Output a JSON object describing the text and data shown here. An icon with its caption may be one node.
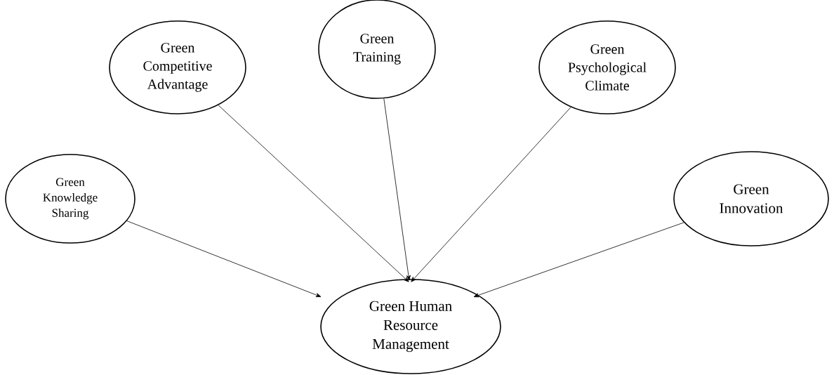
{
  "diagram": {
    "nodes": [
      {
        "text": [
          "Green Knowledge Sharing"
        ]
      },
      {
        "text": [
          "Green Competitive Advantage"
        ]
      },
      {
        "text": [
          "Green Training"
        ]
      },
      {
        "text": [
          "Green Psychological Climate"
        ]
      },
      {
        "text": [
          "Green Innovation"
        ]
      },
      {
        "text": [
          "Green Human Resource Management"
        ]
      }
    ],
    "edges": [
      {
        "from": 0,
        "to": 5,
        "arrow": "to"
      },
      {
        "from": 1,
        "to": 5,
        "arrow": "to"
      },
      {
        "from": 2,
        "to": 5,
        "arrow": "to"
      },
      {
        "from": 3,
        "to": 5,
        "arrow": "to"
      },
      {
        "from": 4,
        "to": 5,
        "arrow": "to"
      }
    ]
  }
}
